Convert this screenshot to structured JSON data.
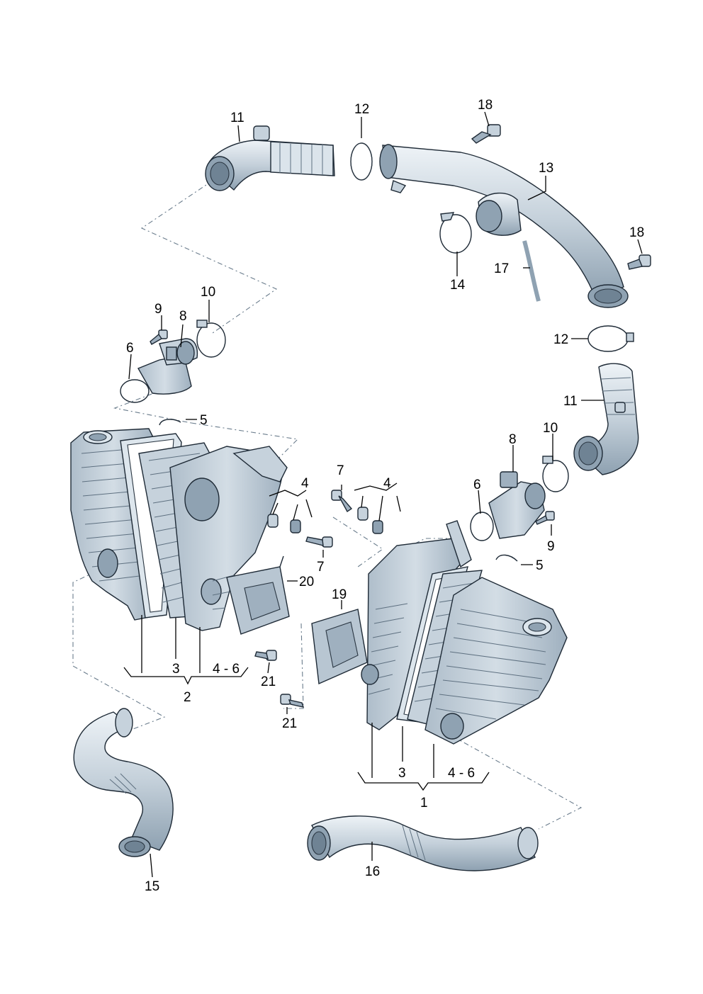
{
  "diagram": {
    "colors": {
      "part_fill": "#c6d2dc",
      "part_fill_light": "#dde6ed",
      "part_fill_dark": "#8fa2b2",
      "outline": "#1e2a36",
      "leader": "#000000",
      "phantom_line": "#6a7c8c"
    },
    "callouts": {
      "c11a": "11",
      "c12a": "12",
      "c18a": "18",
      "c13": "13",
      "c18b": "18",
      "c14": "14",
      "c17": "17",
      "c12b": "12",
      "c11b": "11",
      "c9a": "9",
      "c10a": "10",
      "c8a": "8",
      "c6a": "6",
      "c5a": "5",
      "c4a": "4",
      "c7a": "7",
      "c20": "20",
      "c3a": "3",
      "c46a": "4 - 6",
      "c2": "2",
      "c21a": "21",
      "c21b": "21",
      "c15": "15",
      "c7b": "7",
      "c4b": "4",
      "c8b": "8",
      "c10b": "10",
      "c6b": "6",
      "c9b": "9",
      "c5b": "5",
      "c19": "19",
      "c3b": "3",
      "c46b": "4 - 6",
      "c1": "1",
      "c16": "16"
    }
  }
}
